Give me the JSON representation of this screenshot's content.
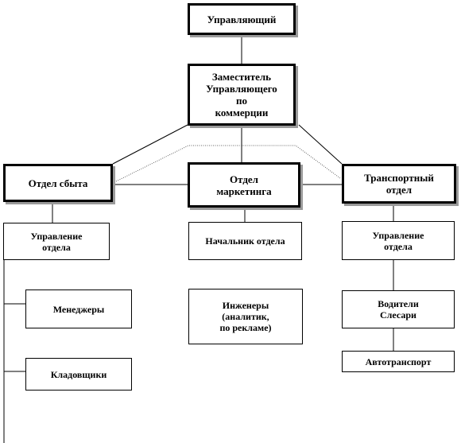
{
  "nodes": {
    "manager": "Управляющий",
    "deputy": "Заместитель\nУправляющего\nпо\nкоммерции",
    "sales_dept": "Отдел сбыта",
    "marketing_dept": "Отдел\nмаркетинга",
    "transport_dept": "Транспортный\nотдел",
    "sales_mgmt": "Управление\nотдела",
    "marketing_head": "Начальник отдела",
    "transport_mgmt": "Управление\nотдела",
    "sales_managers": "Менеджеры",
    "sales_storekeepers": "Кладовщики",
    "marketing_engineers": "Инженеры\n(аналитик,\nпо рекламе)",
    "transport_drivers": "Водители\nСлесари",
    "transport_vehicles": "Автотранспорт"
  }
}
